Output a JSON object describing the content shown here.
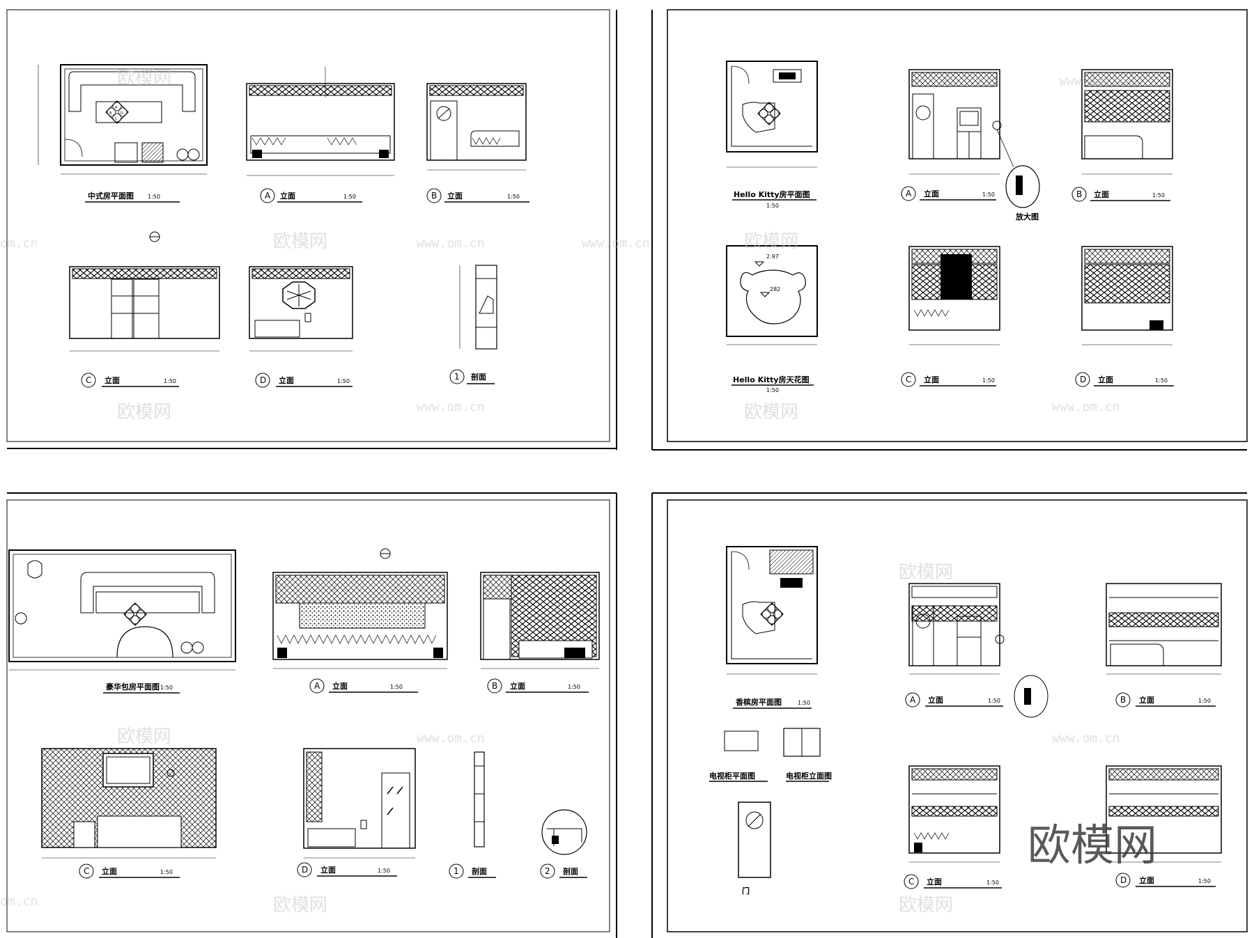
{
  "sheets": [
    {
      "id": "chinese-room",
      "plan": {
        "title": "中式房平面图",
        "scale": "1:50"
      },
      "views": [
        {
          "tag": "A",
          "title": "立面",
          "scale": "1:50"
        },
        {
          "tag": "B",
          "title": "立面",
          "scale": "1:50"
        },
        {
          "tag": "C",
          "title": "立面",
          "scale": "1:50"
        },
        {
          "tag": "D",
          "title": "立面",
          "scale": "1:50"
        },
        {
          "tag": "1",
          "title": "剖面",
          "scale": ""
        }
      ]
    },
    {
      "id": "hello-kitty-room",
      "plan": {
        "title": "Hello Kitty房平面图",
        "scale": "1:50"
      },
      "ceiling": {
        "title": "Hello Kitty房天花图",
        "scale": "1:50",
        "levels": [
          "2.97",
          "282"
        ]
      },
      "detail": {
        "title": "放大图"
      },
      "views": [
        {
          "tag": "A",
          "title": "立面",
          "scale": "1:50"
        },
        {
          "tag": "B",
          "title": "立面",
          "scale": "1:50"
        },
        {
          "tag": "C",
          "title": "立面",
          "scale": "1:50"
        },
        {
          "tag": "D",
          "title": "立面",
          "scale": "1:50"
        }
      ]
    },
    {
      "id": "luxury-room",
      "plan": {
        "title": "豪华包房平面图",
        "scale": "1:50"
      },
      "views": [
        {
          "tag": "A",
          "title": "立面",
          "scale": "1:50"
        },
        {
          "tag": "B",
          "title": "立面",
          "scale": "1:50"
        },
        {
          "tag": "C",
          "title": "立面",
          "scale": "1:50"
        },
        {
          "tag": "D",
          "title": "立面",
          "scale": "1:50"
        },
        {
          "tag": "1",
          "title": "剖面",
          "scale": ""
        },
        {
          "tag": "2",
          "title": "剖面",
          "scale": ""
        }
      ]
    },
    {
      "id": "champagne-room",
      "plan": {
        "title": "香槟房平面图",
        "scale": "1:50"
      },
      "extras": [
        {
          "title": "电视柜平面图"
        },
        {
          "title": "电视柜立面图"
        },
        {
          "title": "门"
        }
      ],
      "views": [
        {
          "tag": "A",
          "title": "立面",
          "scale": "1:50"
        },
        {
          "tag": "B",
          "title": "立面",
          "scale": "1:50"
        },
        {
          "tag": "C",
          "title": "立面",
          "scale": "1:50"
        },
        {
          "tag": "D",
          "title": "立面",
          "scale": "1:50"
        }
      ]
    }
  ],
  "watermark": {
    "text": "欧模网",
    "url": "www.om.cn",
    "url_short": "om.cn"
  },
  "brand": {
    "text": "欧模网"
  }
}
